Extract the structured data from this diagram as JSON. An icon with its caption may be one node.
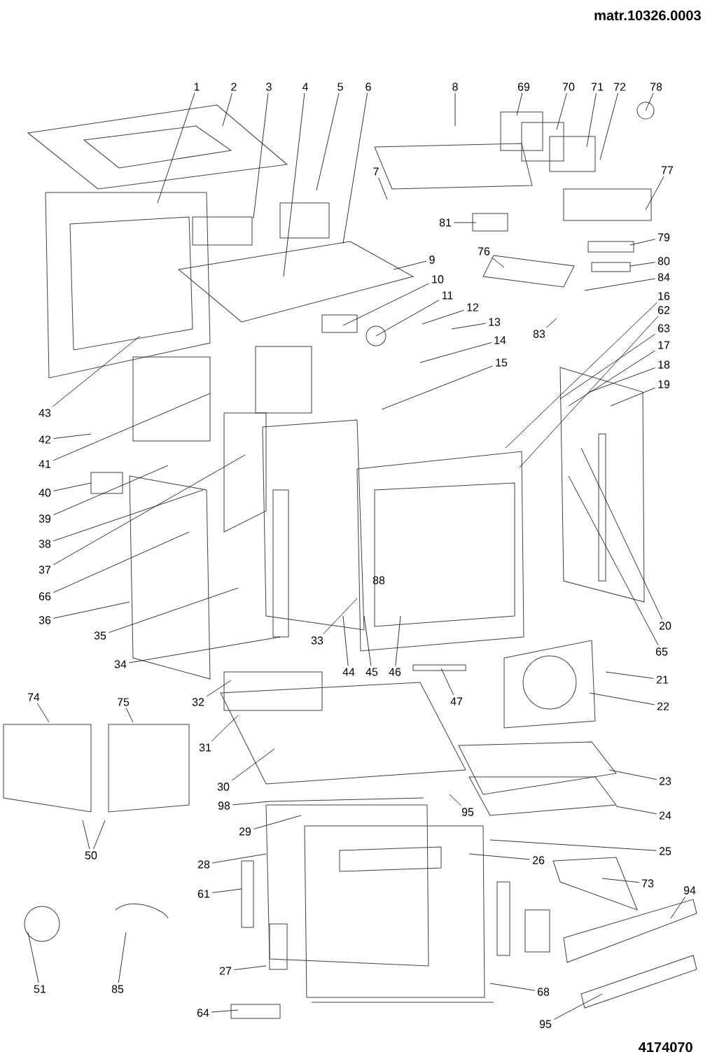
{
  "diagram": {
    "nodes": [
      {
        "text": [
          "1"
        ]
      },
      {
        "text": [
          "2"
        ]
      },
      {
        "text": [
          "3"
        ]
      },
      {
        "text": [
          "4"
        ]
      },
      {
        "text": [
          "5"
        ]
      },
      {
        "text": [
          "6"
        ]
      },
      {
        "text": [
          "8"
        ]
      },
      {
        "text": [
          "69"
        ]
      },
      {
        "text": [
          "70"
        ]
      },
      {
        "text": [
          "71"
        ]
      },
      {
        "text": [
          "72"
        ]
      },
      {
        "text": [
          "78"
        ]
      },
      {
        "text": [
          "7"
        ]
      },
      {
        "text": [
          "77"
        ]
      },
      {
        "text": [
          "81"
        ]
      },
      {
        "text": [
          "79"
        ]
      },
      {
        "text": [
          "76"
        ]
      },
      {
        "text": [
          "9"
        ]
      },
      {
        "text": [
          "80"
        ]
      },
      {
        "text": [
          "84"
        ]
      },
      {
        "text": [
          "10"
        ]
      },
      {
        "text": [
          "11"
        ]
      },
      {
        "text": [
          "16"
        ]
      },
      {
        "text": [
          "12"
        ]
      },
      {
        "text": [
          "62"
        ]
      },
      {
        "text": [
          "13"
        ]
      },
      {
        "text": [
          "83"
        ]
      },
      {
        "text": [
          "63"
        ]
      },
      {
        "text": [
          "14"
        ]
      },
      {
        "text": [
          "17"
        ]
      },
      {
        "text": [
          "15"
        ]
      },
      {
        "text": [
          "18"
        ]
      },
      {
        "text": [
          "19"
        ]
      },
      {
        "text": [
          "43"
        ]
      },
      {
        "text": [
          "42"
        ]
      },
      {
        "text": [
          "41"
        ]
      },
      {
        "text": [
          "40"
        ]
      },
      {
        "text": [
          "39"
        ]
      },
      {
        "text": [
          "38"
        ]
      },
      {
        "text": [
          "37"
        ]
      },
      {
        "text": [
          "66"
        ]
      },
      {
        "text": [
          "36"
        ]
      },
      {
        "text": [
          "35"
        ]
      },
      {
        "text": [
          "20"
        ]
      },
      {
        "text": [
          "33"
        ]
      },
      {
        "text": [
          "65"
        ]
      },
      {
        "text": [
          "34"
        ]
      },
      {
        "text": [
          "44"
        ]
      },
      {
        "text": [
          "45"
        ]
      },
      {
        "text": [
          "46"
        ]
      },
      {
        "text": [
          "21"
        ]
      },
      {
        "text": [
          "32"
        ]
      },
      {
        "text": [
          "47"
        ]
      },
      {
        "text": [
          "74"
        ]
      },
      {
        "text": [
          "75"
        ]
      },
      {
        "text": [
          "22"
        ]
      },
      {
        "text": [
          "31"
        ]
      },
      {
        "text": [
          "30"
        ]
      },
      {
        "text": [
          "23"
        ]
      },
      {
        "text": [
          "98"
        ]
      },
      {
        "text": [
          "95"
        ]
      },
      {
        "text": [
          "24"
        ]
      },
      {
        "text": [
          "29"
        ]
      },
      {
        "text": [
          "50"
        ]
      },
      {
        "text": [
          "25"
        ]
      },
      {
        "text": [
          "26"
        ]
      },
      {
        "text": [
          "28"
        ]
      },
      {
        "text": [
          "73"
        ]
      },
      {
        "text": [
          "61"
        ]
      },
      {
        "text": [
          "94"
        ]
      },
      {
        "text": [
          "27"
        ]
      },
      {
        "text": [
          "51"
        ]
      },
      {
        "text": [
          "85"
        ]
      },
      {
        "text": [
          "68"
        ]
      },
      {
        "text": [
          "64"
        ]
      },
      {
        "text": [
          "95"
        ]
      }
    ],
    "edges": [
      {
        "from": 0,
        "to": null,
        "arrow": "none"
      },
      {
        "from": 1,
        "to": null,
        "arrow": "none"
      },
      {
        "from": 2,
        "to": null,
        "arrow": "none"
      },
      {
        "from": 3,
        "to": null,
        "arrow": "none"
      },
      {
        "from": 4,
        "to": null,
        "arrow": "none"
      },
      {
        "from": 5,
        "to": null,
        "arrow": "none"
      },
      {
        "from": 6,
        "to": null,
        "arrow": "none"
      },
      {
        "from": 7,
        "to": null,
        "arrow": "none"
      },
      {
        "from": 8,
        "to": null,
        "arrow": "none"
      },
      {
        "from": 9,
        "to": null,
        "arrow": "none"
      },
      {
        "from": 10,
        "to": null,
        "arrow": "none"
      },
      {
        "from": 11,
        "to": null,
        "arrow": "none"
      },
      {
        "from": 12,
        "to": null,
        "arrow": "none"
      },
      {
        "from": 13,
        "to": null,
        "arrow": "none"
      },
      {
        "from": 14,
        "to": null,
        "arrow": "none"
      },
      {
        "from": 15,
        "to": null,
        "arrow": "none"
      },
      {
        "from": 16,
        "to": null,
        "arrow": "none"
      },
      {
        "from": 17,
        "to": null,
        "arrow": "none"
      },
      {
        "from": 18,
        "to": null,
        "arrow": "none"
      },
      {
        "from": 19,
        "to": null,
        "arrow": "none"
      },
      {
        "from": 20,
        "to": null,
        "arrow": "none"
      },
      {
        "from": 21,
        "to": null,
        "arrow": "none"
      },
      {
        "from": 22,
        "to": null,
        "arrow": "none"
      },
      {
        "from": 23,
        "to": null,
        "arrow": "none"
      },
      {
        "from": 24,
        "to": null,
        "arrow": "none"
      },
      {
        "from": 25,
        "to": null,
        "arrow": "none"
      },
      {
        "from": 26,
        "to": null,
        "arrow": "none"
      },
      {
        "from": 27,
        "to": null,
        "arrow": "none"
      },
      {
        "from": 28,
        "to": null,
        "arrow": "none"
      },
      {
        "from": 29,
        "to": null,
        "arrow": "none"
      },
      {
        "from": 30,
        "to": null,
        "arrow": "none"
      },
      {
        "from": 31,
        "to": null,
        "arrow": "none"
      },
      {
        "from": 32,
        "to": null,
        "arrow": "none"
      },
      {
        "from": 33,
        "to": null,
        "arrow": "none"
      },
      {
        "from": 34,
        "to": null,
        "arrow": "none"
      },
      {
        "from": 35,
        "to": null,
        "arrow": "none"
      },
      {
        "from": 36,
        "to": null,
        "arrow": "none"
      },
      {
        "from": 37,
        "to": null,
        "arrow": "none"
      },
      {
        "from": 38,
        "to": null,
        "arrow": "none"
      },
      {
        "from": 39,
        "to": null,
        "arrow": "none"
      },
      {
        "from": 40,
        "to": null,
        "arrow": "none"
      },
      {
        "from": 41,
        "to": null,
        "arrow": "none"
      },
      {
        "from": 42,
        "to": null,
        "arrow": "none"
      },
      {
        "from": 43,
        "to": null,
        "arrow": "none"
      },
      {
        "from": 44,
        "to": null,
        "arrow": "none"
      },
      {
        "from": 45,
        "to": null,
        "arrow": "none"
      },
      {
        "from": 46,
        "to": null,
        "arrow": "none"
      },
      {
        "from": 47,
        "to": null,
        "arrow": "none"
      },
      {
        "from": 48,
        "to": null,
        "arrow": "none"
      },
      {
        "from": 49,
        "to": null,
        "arrow": "none"
      },
      {
        "from": 50,
        "to": null,
        "arrow": "none"
      },
      {
        "from": 51,
        "to": null,
        "arrow": "none"
      },
      {
        "from": 52,
        "to": null,
        "arrow": "none"
      },
      {
        "from": 53,
        "to": null,
        "arrow": "none"
      },
      {
        "from": 54,
        "to": null,
        "arrow": "none"
      },
      {
        "from": 55,
        "to": null,
        "arrow": "none"
      },
      {
        "from": 56,
        "to": null,
        "arrow": "none"
      },
      {
        "from": 57,
        "to": null,
        "arrow": "none"
      },
      {
        "from": 58,
        "to": null,
        "arrow": "none"
      },
      {
        "from": 59,
        "to": null,
        "arrow": "none"
      },
      {
        "from": 60,
        "to": null,
        "arrow": "none"
      },
      {
        "from": 61,
        "to": null,
        "arrow": "none"
      },
      {
        "from": 62,
        "to": null,
        "arrow": "none"
      },
      {
        "from": 63,
        "to": null,
        "arrow": "none"
      },
      {
        "from": 63,
        "to": null,
        "arrow": "none"
      },
      {
        "from": 64,
        "to": null,
        "arrow": "none"
      },
      {
        "from": 65,
        "to": null,
        "arrow": "none"
      },
      {
        "from": 66,
        "to": null,
        "arrow": "none"
      },
      {
        "from": 67,
        "to": null,
        "arrow": "none"
      },
      {
        "from": 68,
        "to": null,
        "arrow": "none"
      },
      {
        "from": 69,
        "to": null,
        "arrow": "none"
      },
      {
        "from": 70,
        "to": null,
        "arrow": "none"
      },
      {
        "from": 71,
        "to": null,
        "arrow": "none"
      },
      {
        "from": 72,
        "to": null,
        "arrow": "none"
      },
      {
        "from": 73,
        "to": null,
        "arrow": "none"
      },
      {
        "from": 74,
        "to": null,
        "arrow": "none"
      },
      {
        "from": 75,
        "to": null,
        "arrow": "none"
      }
    ],
    "labels": [
      "matr.10326.0003",
      "88",
      "4174070"
    ]
  }
}
